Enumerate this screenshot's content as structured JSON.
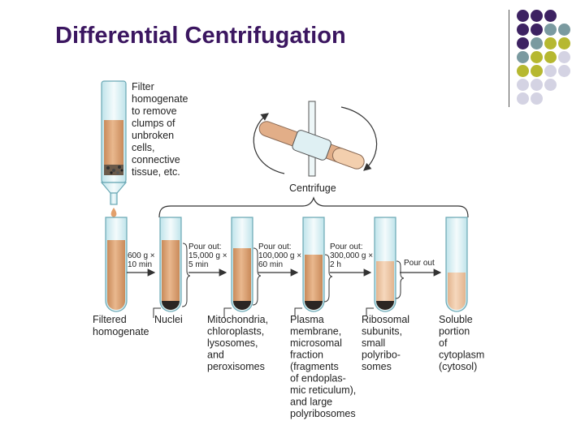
{
  "slide": {
    "title": "Differential Centrifugation"
  },
  "decor": {
    "dot_colors": [
      "#3d2262",
      "#7a9aa0",
      "#b6b830",
      "#d4d3e3"
    ],
    "dot_grid": [
      [
        0,
        0,
        0,
        -1,
        -1
      ],
      [
        0,
        0,
        1,
        1,
        -1
      ],
      [
        0,
        1,
        2,
        2,
        -1
      ],
      [
        1,
        2,
        2,
        3,
        -1
      ],
      [
        2,
        2,
        3,
        3,
        -1
      ],
      [
        3,
        3,
        3,
        -1,
        -1
      ],
      [
        3,
        3,
        -1,
        -1,
        -1
      ]
    ]
  },
  "diagram": {
    "filter_text": [
      "Filter",
      "homogenate",
      "to remove",
      "clumps of",
      "unbroken",
      "cells,",
      "connective",
      "tissue, etc."
    ],
    "centrifuge_label": "Centrifuge",
    "steps": [
      {
        "line1": "600 g ×",
        "line2": "10 min"
      },
      {
        "line1": "Pour out:",
        "line2": "15,000 g ×",
        "line3": "5 min"
      },
      {
        "line1": "Pour out:",
        "line2": "100,000 g ×",
        "line3": "60 min"
      },
      {
        "line1": "Pour out:",
        "line2": "300,000 g ×",
        "line3": "2 h"
      },
      {
        "line1": "Pour out"
      }
    ],
    "filtered_label": [
      "Filtered",
      "homogenate"
    ],
    "fractions": [
      {
        "lines": [
          "Nuclei"
        ]
      },
      {
        "lines": [
          "Mitochondria,",
          "chloroplasts,",
          "lysosomes,",
          "and",
          "peroxisomes"
        ]
      },
      {
        "lines": [
          "Plasma",
          "membrane,",
          "microsomal",
          "fraction",
          "(fragments",
          "of endoplas-",
          "mic reticulum),",
          "and large",
          "polyribosomes"
        ]
      },
      {
        "lines": [
          "Ribosomal",
          "subunits,",
          "small",
          "polyribo-",
          "somes"
        ]
      },
      {
        "lines": [
          "Soluble",
          "portion",
          "of",
          "cytoplasm",
          "(cytosol)"
        ]
      }
    ]
  }
}
